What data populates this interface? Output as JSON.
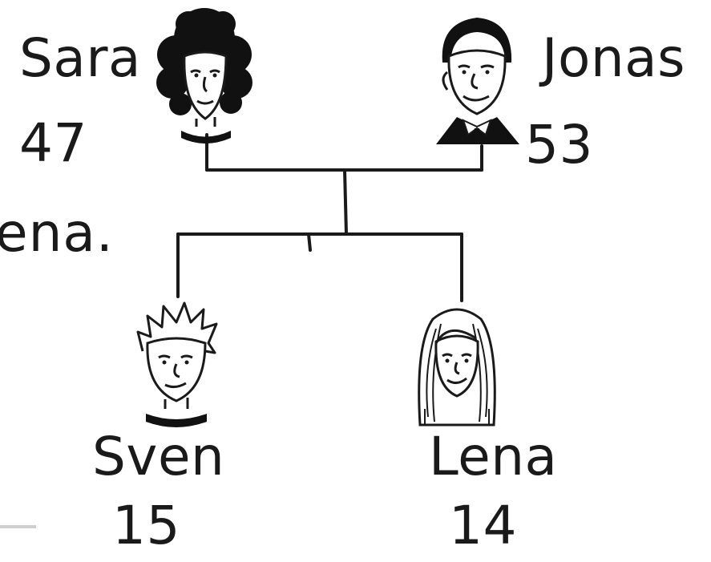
{
  "cropped_sentence_fragment": "ena.",
  "people": {
    "sara": {
      "name": "Sara",
      "age": "47"
    },
    "jonas": {
      "name": "Jonas",
      "age": "53"
    },
    "sven": {
      "name": "Sven",
      "age": "15"
    },
    "lena": {
      "name": "Lena",
      "age": "14"
    }
  },
  "colors": {
    "ink": "#1a1a1a",
    "hair_dark": "#111111",
    "background": "#ffffff"
  }
}
